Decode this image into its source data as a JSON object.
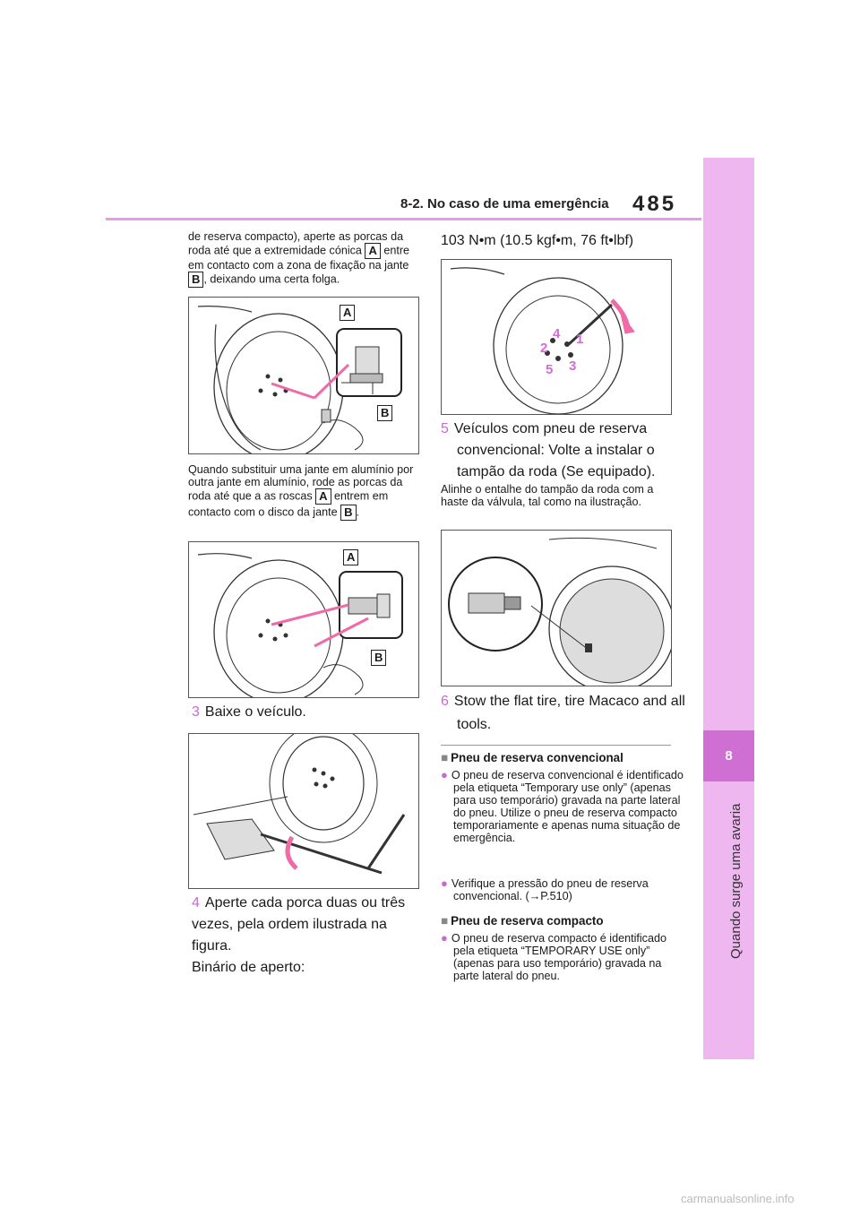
{
  "header": {
    "section_title": "8-2. No caso de uma emergência",
    "page_number": "485"
  },
  "side_tab": {
    "chapter_number": "8",
    "chapter_title": "Quando surge uma avaria"
  },
  "left": {
    "intro_text_1": "de reserva compacto), aperte as porcas da roda até que a extremidade cónica",
    "intro_tag_1": "A",
    "intro_text_2": "entre em contacto com a zona de fixação na jante",
    "intro_tag_2": "B",
    "intro_text_3": ", deixando uma certa folga.",
    "fig1_label_a": "A",
    "fig1_label_b": "B",
    "alloy_text_1": "Quando substituir uma jante em alumínio por outra jante em alumínio, rode as porcas da roda até que a as roscas",
    "alloy_tag_1": "A",
    "alloy_text_2": "entrem em contacto com o disco da jante",
    "alloy_tag_2": "B",
    "alloy_text_3": ".",
    "fig2_label_a": "A",
    "fig2_label_b": "B",
    "step3_num": "3",
    "step3_text": "Baixe o veículo.",
    "step4_num": "4",
    "step4_text": "Aperte cada porca duas ou três vezes, pela ordem ilustrada na figura.",
    "torque_label": "Binário de aperto:"
  },
  "right": {
    "torque_value": "103 N•m (10.5 kgf•m, 76 ft•lbf)",
    "fig4_numbers": [
      "1",
      "2",
      "3",
      "4",
      "5"
    ],
    "step5_num": "5",
    "step5_text": "Veículos com pneu de reserva convencional: Volte a instalar o tampão da roda (Se equipado).",
    "step5_note": "Alinhe o entalhe do tampão da roda com a haste da válvula, tal como na ilustração.",
    "step6_num": "6",
    "step6_text": "Stow the flat tire, tire Macaco and all tools.",
    "note1_title": "Pneu de reserva convencional",
    "note1_bullet1": "O pneu de reserva convencional é identificado pela etiqueta “Temporary use only” (apenas para uso temporário) gravada na parte lateral do pneu. Utilize o pneu de reserva compacto temporariamente e apenas numa situação de emergência.",
    "note1_bullet2": "Verifique a pressão do pneu de reserva convencional. (→P.510)",
    "note2_title": "Pneu de reserva compacto",
    "note2_bullet1": "O pneu de reserva compacto é identificado pela etiqueta “TEMPORARY USE only” (apenas para uso temporário) gravada na parte lateral do pneu."
  },
  "watermark": "carmanualsonline.info",
  "colors": {
    "accent": "#cf6fd3",
    "tab": "#eeb7f0",
    "rule": "#e79ce8",
    "arrow": "#f06aa8"
  }
}
